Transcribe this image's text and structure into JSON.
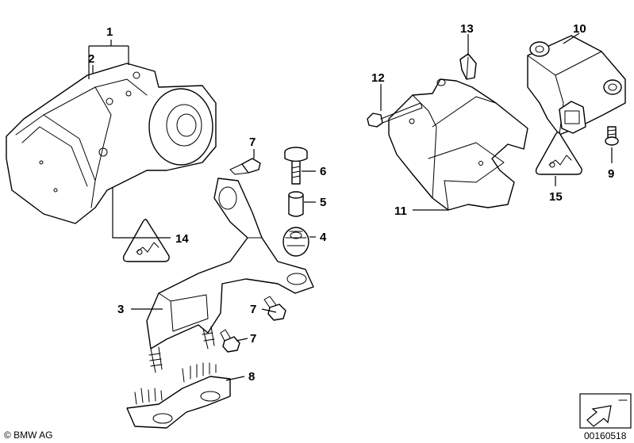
{
  "callouts": [
    {
      "id": "1",
      "label": "1"
    },
    {
      "id": "2",
      "label": "2"
    },
    {
      "id": "3",
      "label": "3"
    },
    {
      "id": "4",
      "label": "4"
    },
    {
      "id": "5",
      "label": "5"
    },
    {
      "id": "6",
      "label": "6"
    },
    {
      "id": "7a",
      "label": "7"
    },
    {
      "id": "7b",
      "label": "7"
    },
    {
      "id": "7c",
      "label": "7"
    },
    {
      "id": "8",
      "label": "8"
    },
    {
      "id": "9",
      "label": "9"
    },
    {
      "id": "10",
      "label": "10"
    },
    {
      "id": "11",
      "label": "11"
    },
    {
      "id": "12",
      "label": "12"
    },
    {
      "id": "13",
      "label": "13"
    },
    {
      "id": "14",
      "label": "14"
    },
    {
      "id": "15",
      "label": "15"
    }
  ],
  "footer": {
    "copyright": "© BMW AG",
    "diagram_number": "00160518"
  },
  "icons": {
    "warning_triangle": "warning-triangle-icon",
    "nav_arrow": "navigation-arrow-icon"
  }
}
